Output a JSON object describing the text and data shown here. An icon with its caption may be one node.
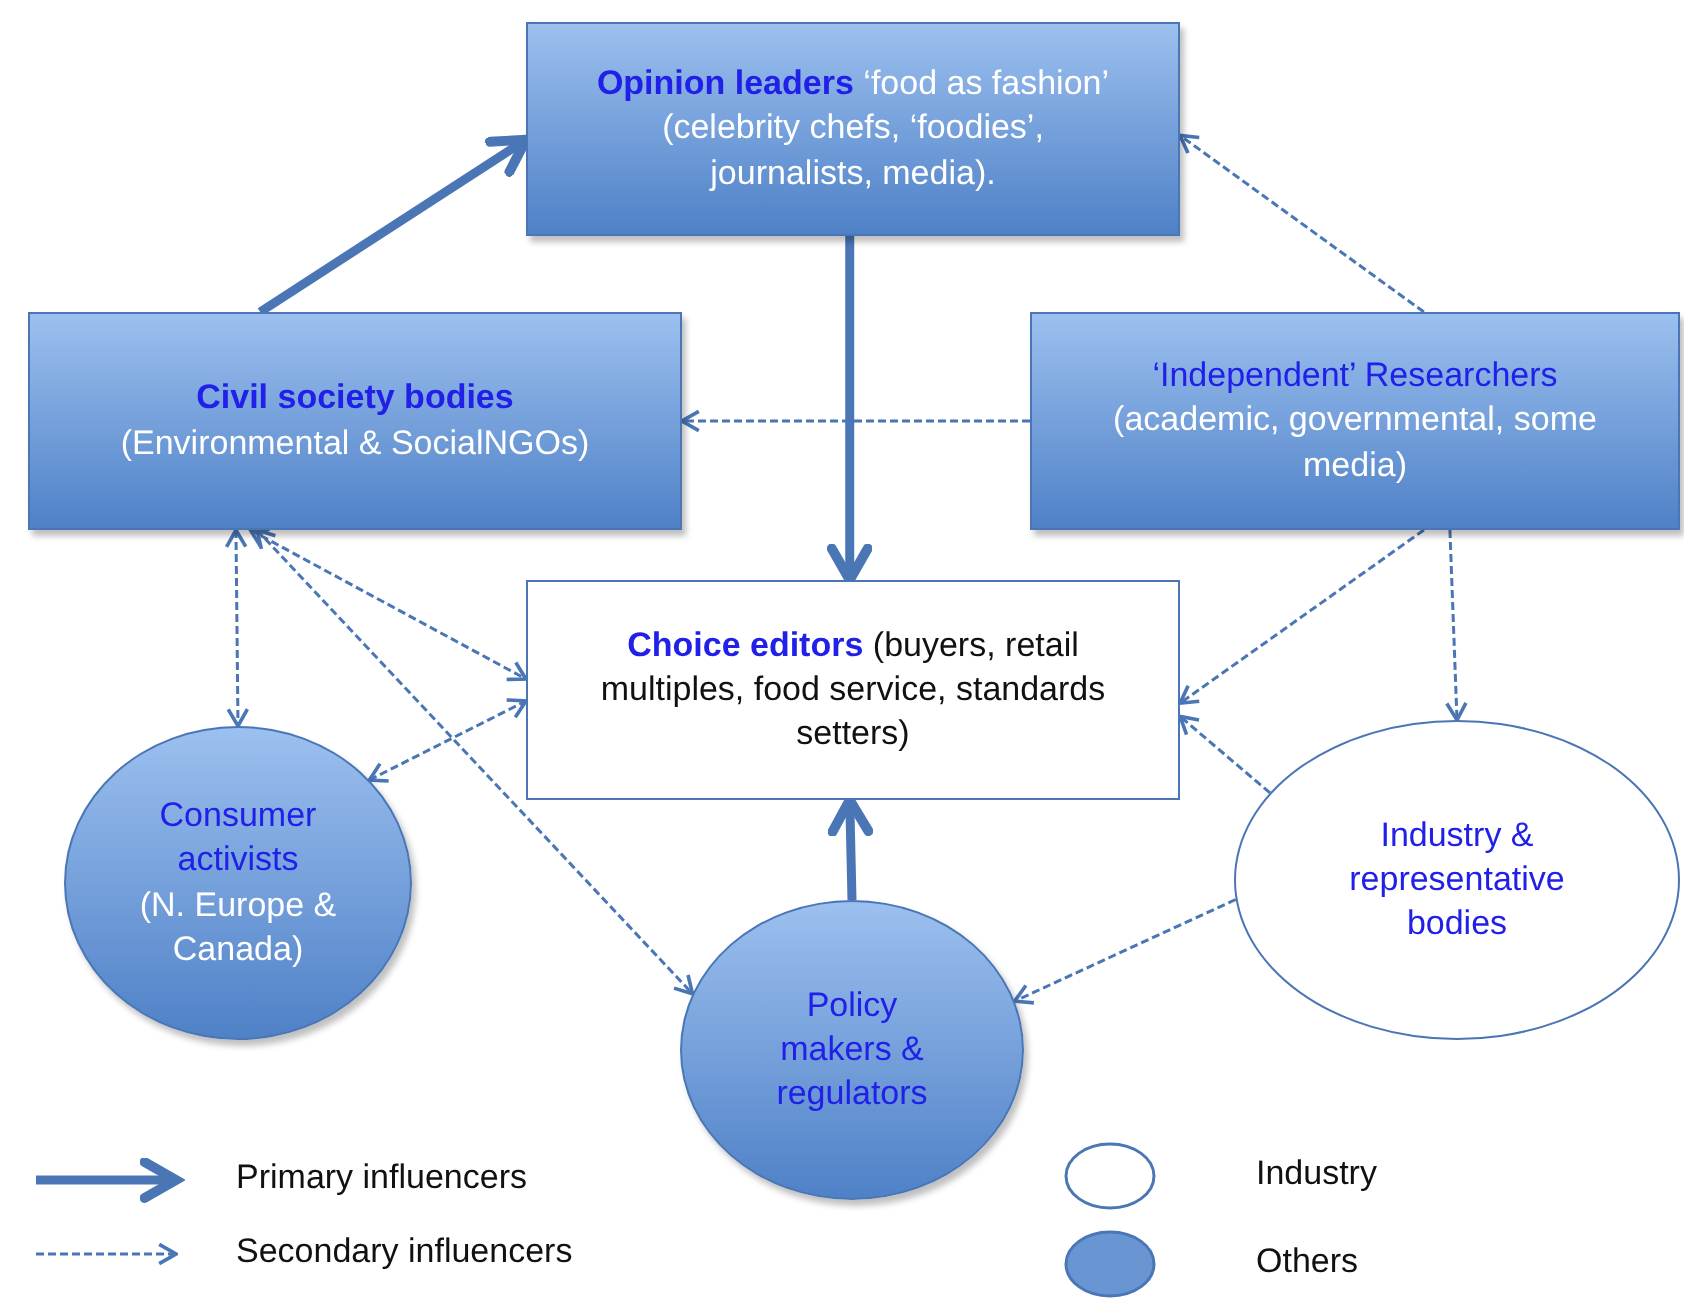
{
  "diagram": {
    "nodes": [
      {
        "text": [
          "**Opinion leaders** ‘food as fashion’ (celebrity chefs, ‘foodies’, journalists, media)."
        ]
      },
      {
        "text": [
          "Civil society bodies",
          "(Environmental & SocialNGOs)"
        ]
      },
      {
        "text": [
          "‘Independent’ Researchers",
          "(academic, governmental, some media)"
        ]
      },
      {
        "text": [
          "**Choice editors** (buyers, retail multiples, food service, standards setters)"
        ]
      },
      {
        "text": [
          "Consumer activists",
          "(N. Europe & Canada)"
        ]
      },
      {
        "text": [
          "Policy makers & regulators"
        ]
      },
      {
        "text": [
          "Industry & representative bodies"
        ]
      }
    ],
    "edges": [
      {
        "from": 1,
        "to": 0,
        "arrow": "to",
        "style": "thick"
      },
      {
        "from": 0,
        "to": 3,
        "arrow": "to",
        "style": "thick"
      },
      {
        "from": 5,
        "to": 3,
        "arrow": "to",
        "style": "thick"
      },
      {
        "from": 2,
        "to": 0,
        "arrow": "to",
        "style": "dashed"
      },
      {
        "from": 2,
        "to": 1,
        "arrow": "to",
        "style": "dashed"
      },
      {
        "from": 2,
        "to": 3,
        "arrow": "to",
        "style": "dashed"
      },
      {
        "from": 2,
        "to": 6,
        "arrow": "to",
        "style": "dashed"
      },
      {
        "from": 6,
        "to": 3,
        "arrow": "to",
        "style": "dashed"
      },
      {
        "from": 6,
        "to": 5,
        "arrow": "to",
        "style": "dashed"
      },
      {
        "from": 1,
        "to": 4,
        "arrow": "both",
        "style": "dashed"
      },
      {
        "from": 1,
        "to": 3,
        "arrow": "both",
        "style": "dashed"
      },
      {
        "from": 1,
        "to": 5,
        "arrow": "both",
        "style": "dashed"
      },
      {
        "from": 4,
        "to": 3,
        "arrow": "both",
        "style": "dashed"
      }
    ],
    "legend": [
      {
        "text": "Primary influencers"
      },
      {
        "text": "Secondary influencers"
      },
      {
        "text": "Industry"
      },
      {
        "text": "Others"
      }
    ]
  }
}
